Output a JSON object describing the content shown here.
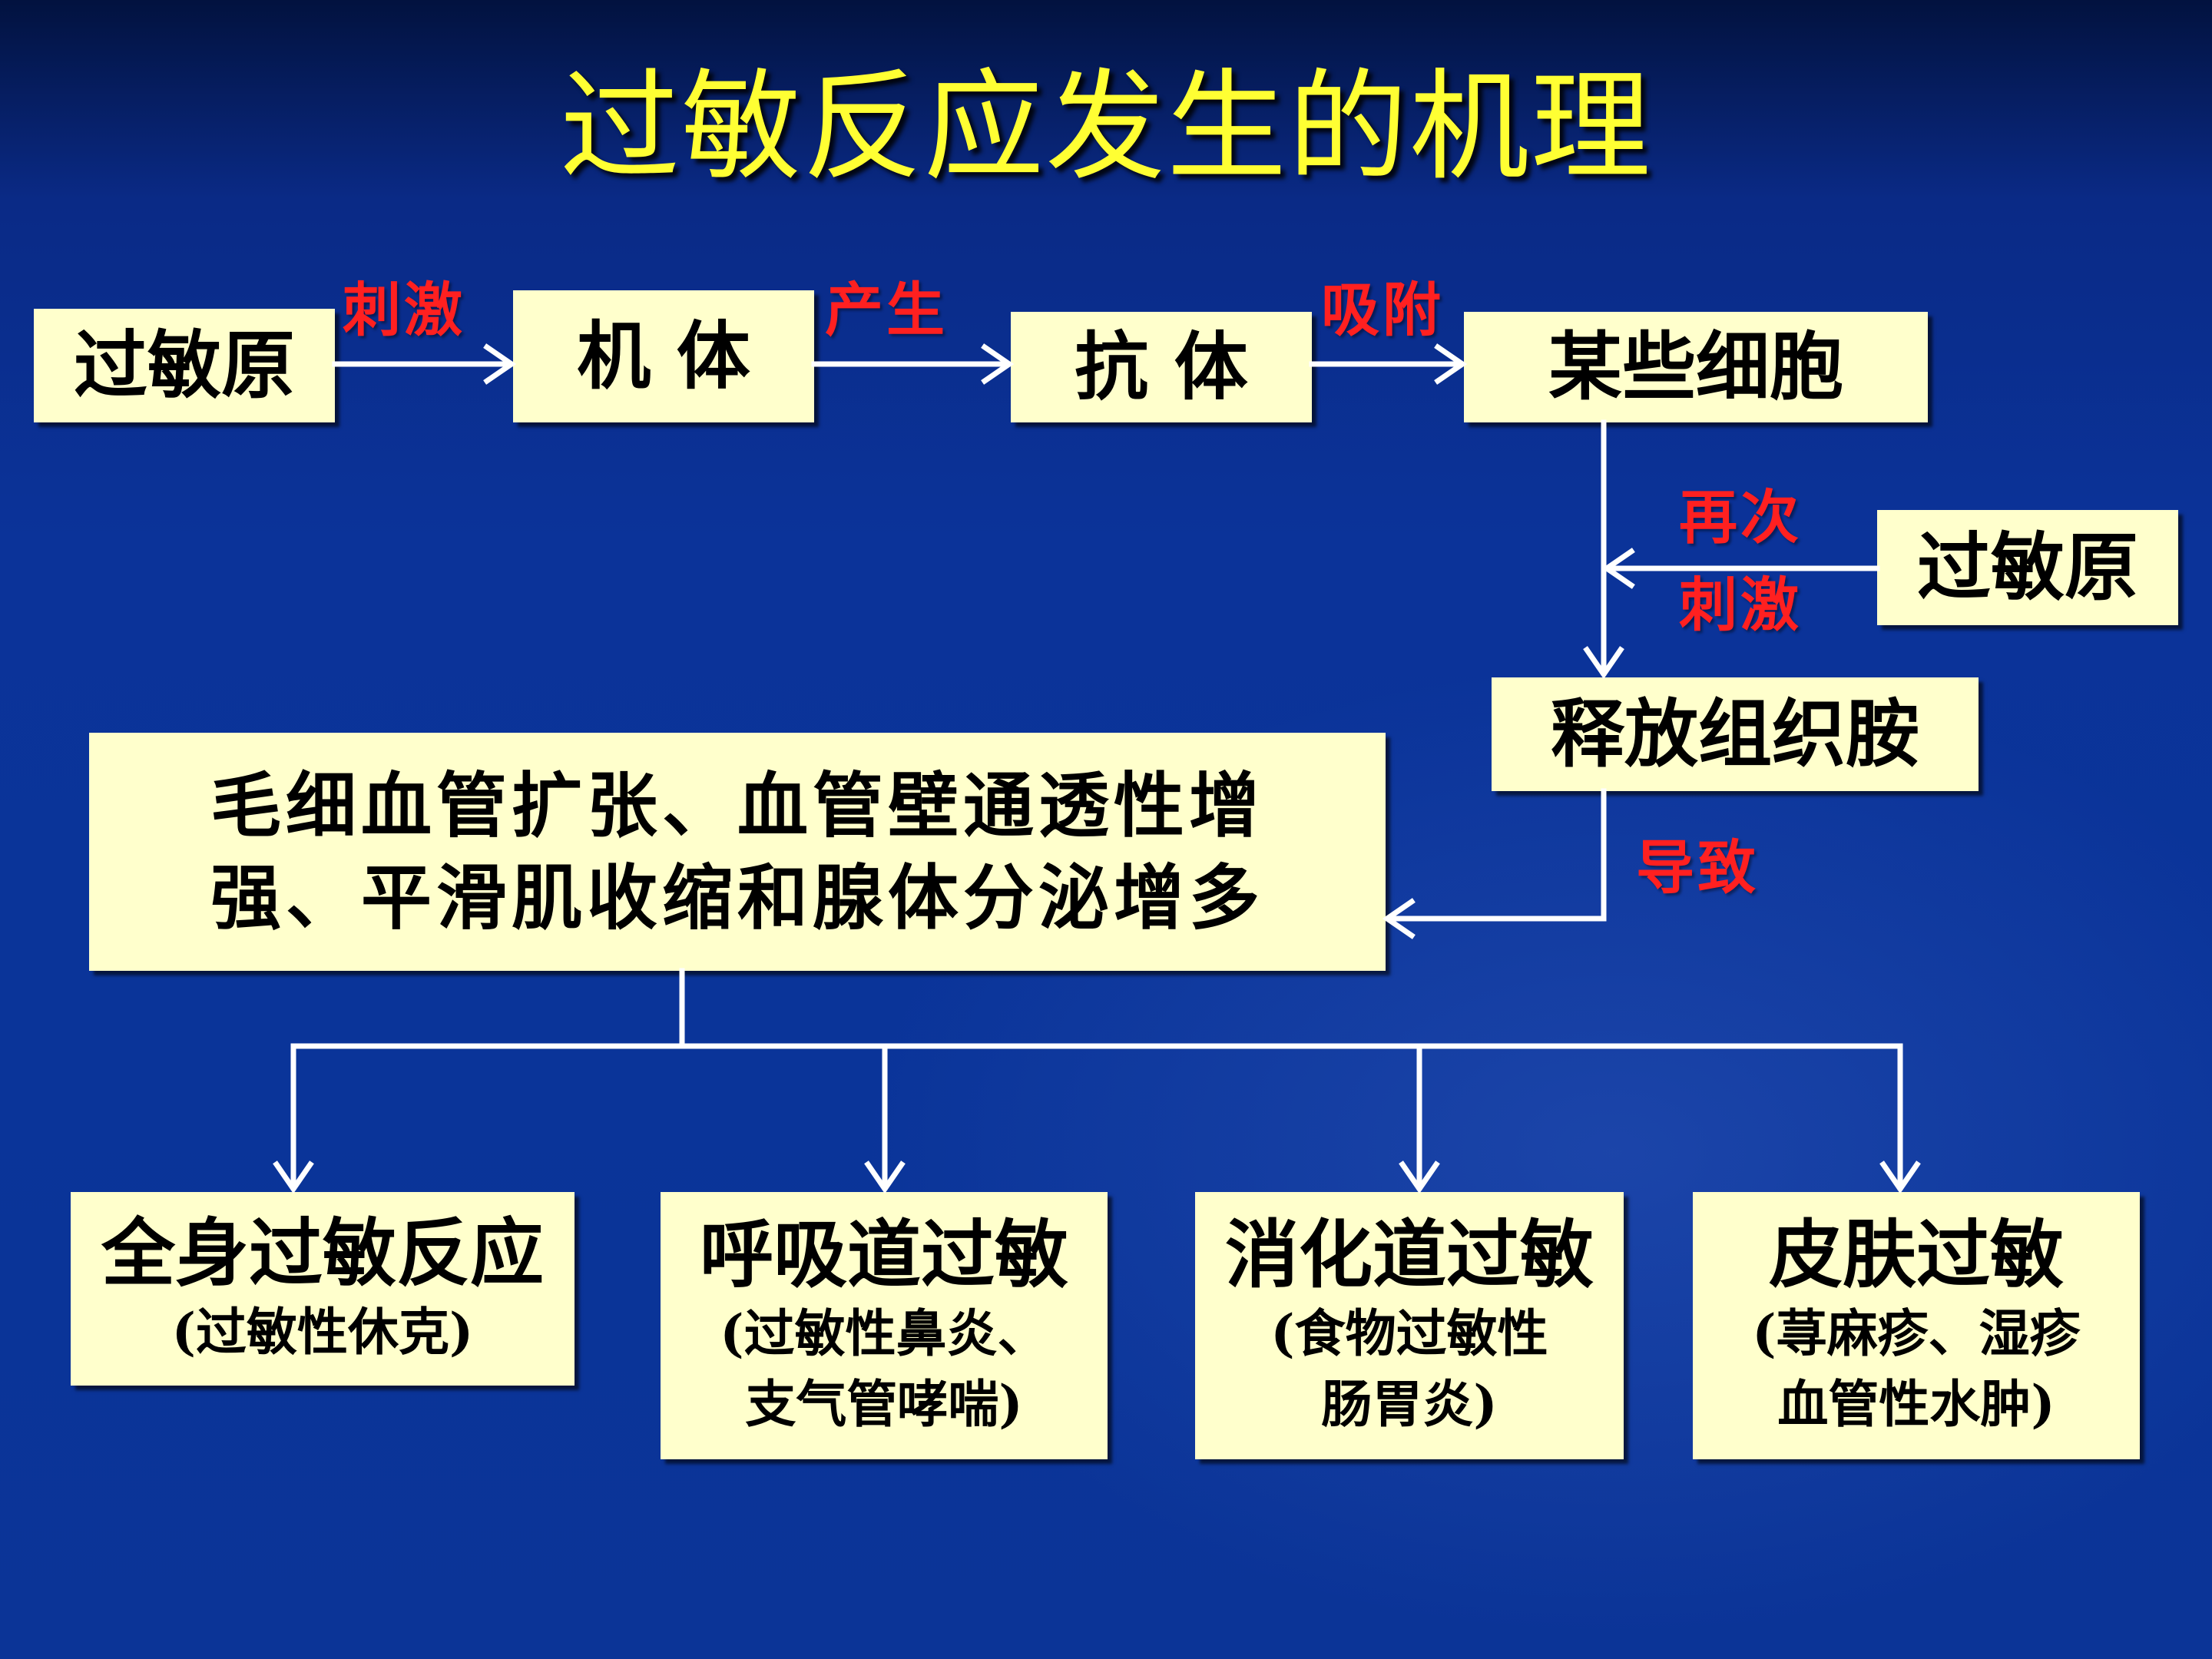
{
  "title": "过敏反应发生的机理",
  "nodes": {
    "allergen": "过敏原",
    "body": "机 体",
    "antibody": "抗 体",
    "cells": "某些细胞",
    "allergen_again": "过敏原",
    "histamine": "释放组织胺",
    "effects": {
      "line1": "毛细血管扩张、血管壁通透性增",
      "line2": "强、平滑肌收缩和腺体分泌增多"
    },
    "outcomes": [
      {
        "main": "全身过敏反应",
        "sub": [
          "(过敏性休克)"
        ]
      },
      {
        "main": "呼吸道过敏",
        "sub": [
          "(过敏性鼻炎、",
          "支气管哮喘)"
        ]
      },
      {
        "main": "消化道过敏",
        "sub": [
          "(食物过敏性",
          "肠胃炎)"
        ]
      },
      {
        "main": "皮肤过敏",
        "sub": [
          "(荨麻疹、湿疹",
          "血管性水肿)"
        ]
      }
    ]
  },
  "edges": {
    "stimulate": "刺激",
    "produce": "产生",
    "adsorb": "吸附",
    "again_line1": "再次",
    "again_line2": "刺激",
    "cause": "导致"
  },
  "colors": {
    "box_fill": "#ffffcc",
    "title_text": "#ffff33",
    "edge_label": "#ff2020",
    "connector": "#ffffff"
  }
}
